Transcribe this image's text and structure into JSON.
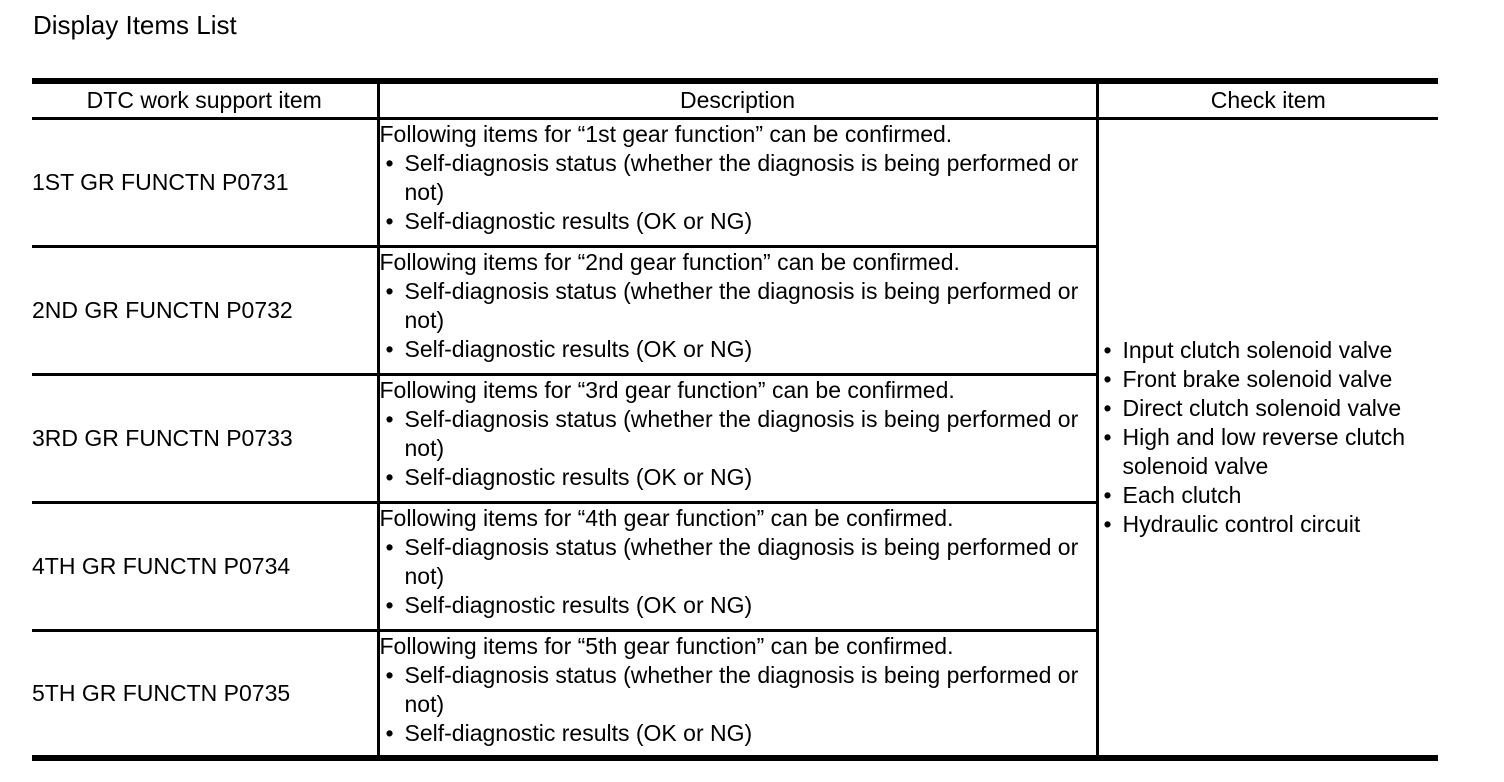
{
  "page": {
    "title": "Display Items List"
  },
  "table": {
    "headers": [
      "DTC work support item",
      "Description",
      "Check item"
    ],
    "rows": [
      {
        "item": "1ST GR FUNCTN P0731",
        "description": {
          "intro": "Following items for “1st gear function” can be confirmed.",
          "bullets": [
            "Self-diagnosis status (whether the diagnosis is being performed or not)",
            "Self-diagnostic results (OK or NG)"
          ]
        }
      },
      {
        "item": "2ND GR FUNCTN P0732",
        "description": {
          "intro": "Following items for “2nd gear function” can be confirmed.",
          "bullets": [
            "Self-diagnosis status (whether the diagnosis is being performed or not)",
            "Self-diagnostic results (OK or NG)"
          ]
        }
      },
      {
        "item": "3RD GR FUNCTN P0733",
        "description": {
          "intro": "Following items for “3rd gear function” can be confirmed.",
          "bullets": [
            "Self-diagnosis status (whether the diagnosis is being performed or not)",
            "Self-diagnostic results (OK or NG)"
          ]
        }
      },
      {
        "item": "4TH GR FUNCTN P0734",
        "description": {
          "intro": "Following items for “4th gear function” can be confirmed.",
          "bullets": [
            "Self-diagnosis status (whether the diagnosis is being performed or not)",
            "Self-diagnostic results (OK or NG)"
          ]
        }
      },
      {
        "item": "5TH GR FUNCTN P0735",
        "description": {
          "intro": "Following items for “5th gear function” can be confirmed.",
          "bullets": [
            "Self-diagnosis status (whether the diagnosis is being performed or not)",
            "Self-diagnostic results (OK or NG)"
          ]
        }
      }
    ],
    "check_items": [
      "Input clutch solenoid valve",
      "Front brake solenoid valve",
      "Direct clutch solenoid valve",
      "High and low reverse clutch solenoid valve",
      "Each clutch",
      "Hydraulic control circuit"
    ]
  },
  "colors": {
    "text": "#000000",
    "background": "#ffffff",
    "border": "#000000"
  }
}
